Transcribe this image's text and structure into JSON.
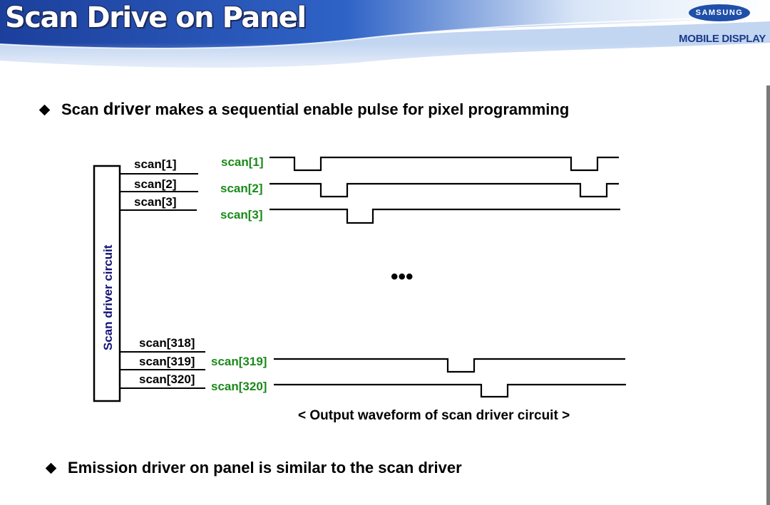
{
  "header": {
    "title": "Scan Drive on Panel",
    "brand_logo": "SAMSUNG",
    "brand_sub": "MOBILE DISPLAY"
  },
  "bullets": {
    "first_prefix": "Scan ",
    "first_emph": "driver",
    "first_suffix": " makes a sequential enable pulse for pixel programming",
    "second": "Emission driver on panel is similar to the scan driver"
  },
  "diagram": {
    "circuit_label": "Scan driver circuit",
    "left_outputs": [
      "scan[1]",
      "scan[2]",
      "scan[3]",
      "scan[318]",
      "scan[319]",
      "scan[320]"
    ],
    "waveform_labels": [
      "scan[1]",
      "scan[2]",
      "scan[3]",
      "scan[319]",
      "scan[320]"
    ],
    "ellipsis": "•••",
    "caption": "< Output waveform of scan driver circuit >"
  },
  "colors": {
    "waveform_label": "#1a8a1a",
    "circuit_label": "#141478",
    "title_banner": "#1d4fb0"
  }
}
